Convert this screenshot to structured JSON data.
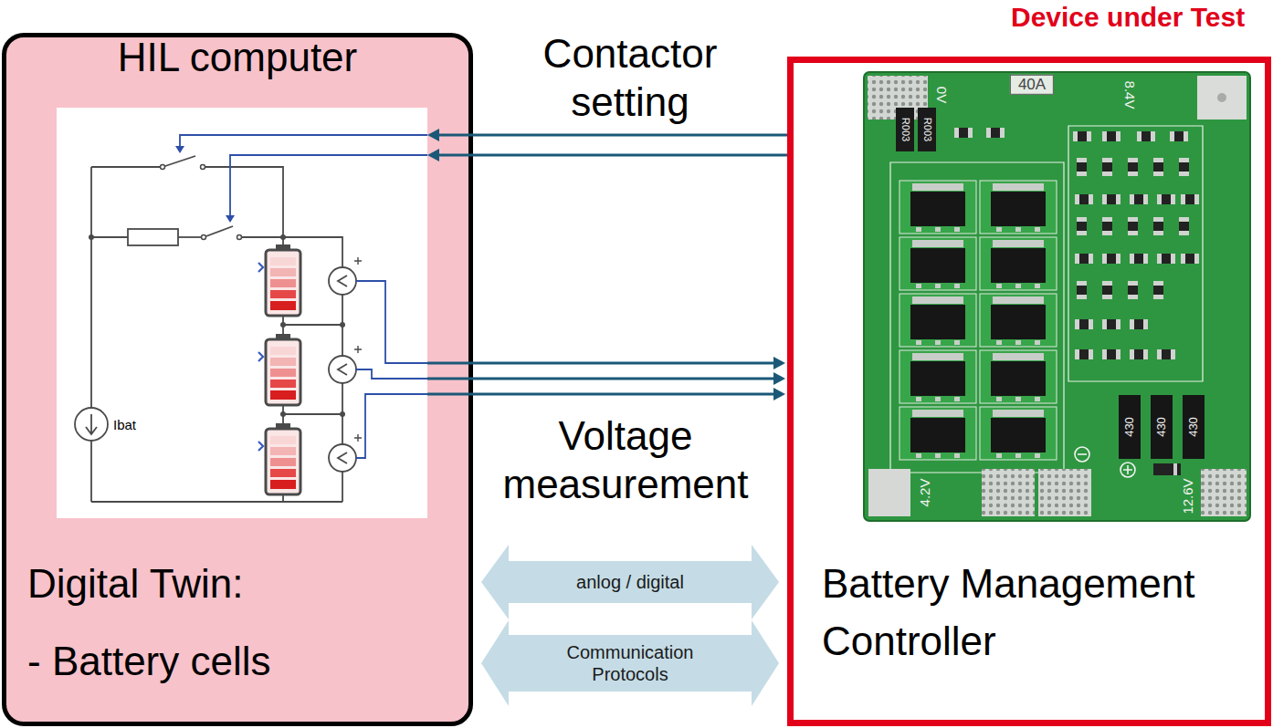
{
  "diagram": {
    "nodes": [
      {
        "text": [
          "HIL computer",
          "Digital Twin:",
          "- Battery cells"
        ]
      },
      {
        "text": [
          "Ibat"
        ],
        "in": 0
      },
      {
        "text": [
          "Device under Test",
          "Battery Management Controller"
        ]
      },
      {
        "text": [
          "40A",
          "0V",
          "8.4V",
          "R003",
          "R003",
          "430",
          "430",
          "430",
          "4.2V",
          "12.6V"
        ],
        "in": 2
      }
    ],
    "edges": [
      {
        "from": 2,
        "to": 1,
        "arrow": "to"
      },
      {
        "from": 2,
        "to": 1,
        "arrow": "to"
      },
      {
        "from": 1,
        "to": 2,
        "arrow": "to"
      },
      {
        "from": 1,
        "to": 2,
        "arrow": "to"
      },
      {
        "from": 1,
        "to": 2,
        "arrow": "to"
      },
      {
        "from": 0,
        "to": 2,
        "arrow": "both",
        "label": "anlog / digital"
      },
      {
        "from": 0,
        "to": 2,
        "arrow": "both",
        "label": "Communication Protocols"
      }
    ],
    "labels": [
      "Contactor setting",
      "Voltage measurement"
    ]
  }
}
